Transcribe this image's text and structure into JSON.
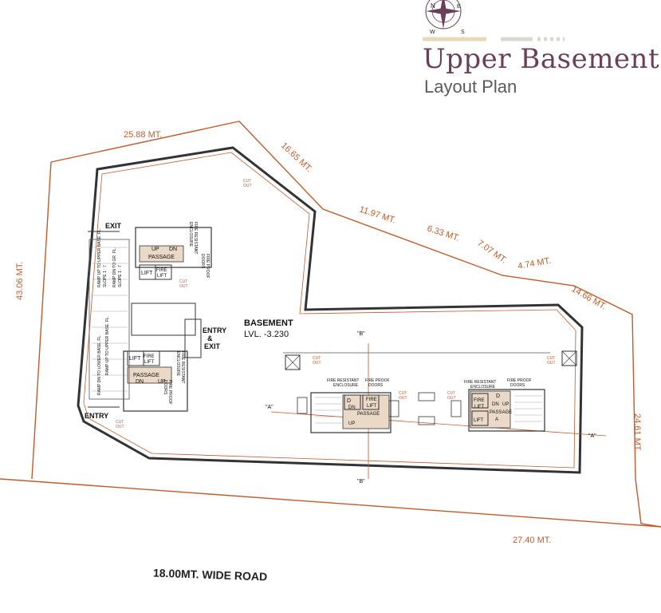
{
  "title": {
    "main": "Upper Basement",
    "sub": "Layout Plan"
  },
  "compass": {
    "letters": [
      "N",
      "E",
      "W",
      "S"
    ]
  },
  "plot_dimensions": [
    "25.88 MT.",
    "16.65 MT.",
    "11.97 MT.",
    "6.33 MT.",
    "7.07 MT.",
    "4.74 MT.",
    "14.66 MT.",
    "24.61 MT.",
    "27.40 MT.",
    "43.06 MT."
  ],
  "road_label": "18.00MT. WIDE ROAD",
  "basement": {
    "name": "BASEMENT",
    "level": "LVL. -3.230"
  },
  "labels": {
    "exit": "EXIT",
    "entry": "ENTRY",
    "entry_exit": [
      "ENTRY",
      "&",
      "EXIT"
    ],
    "passage": "PASSAGE",
    "lift": "LIFT",
    "fire_lift": [
      "FIRE",
      "LIFT"
    ],
    "up": "UP",
    "dn": "DN",
    "d": "D",
    "a": "A",
    "cut_out": [
      "CUT",
      "OUT"
    ],
    "fire_resistant_enclosure": [
      "FIRE RESISTANT",
      "ENCLOSURE"
    ],
    "fire_proof_doors": [
      "FIRE PROOF",
      "DOORS"
    ],
    "section_a": "\"A\"",
    "section_b": "\"B\"",
    "ramp_labels": [
      "RAMP UP TO UPPER BASE. FL.",
      "SLOPE 1 : 7",
      "RAMP DN TO GR. FL.",
      "SLOPE 1 : 7",
      "RAMP DN TO LOWER BASE. FL.",
      "RAMP UP TO UPPER BASE. FL."
    ]
  },
  "colors": {
    "title": "#6b3f57",
    "dimension": "#c25a2a",
    "plot_line": "#c25a2a",
    "wall": "#333333",
    "core_fill": "#ead9c6"
  }
}
